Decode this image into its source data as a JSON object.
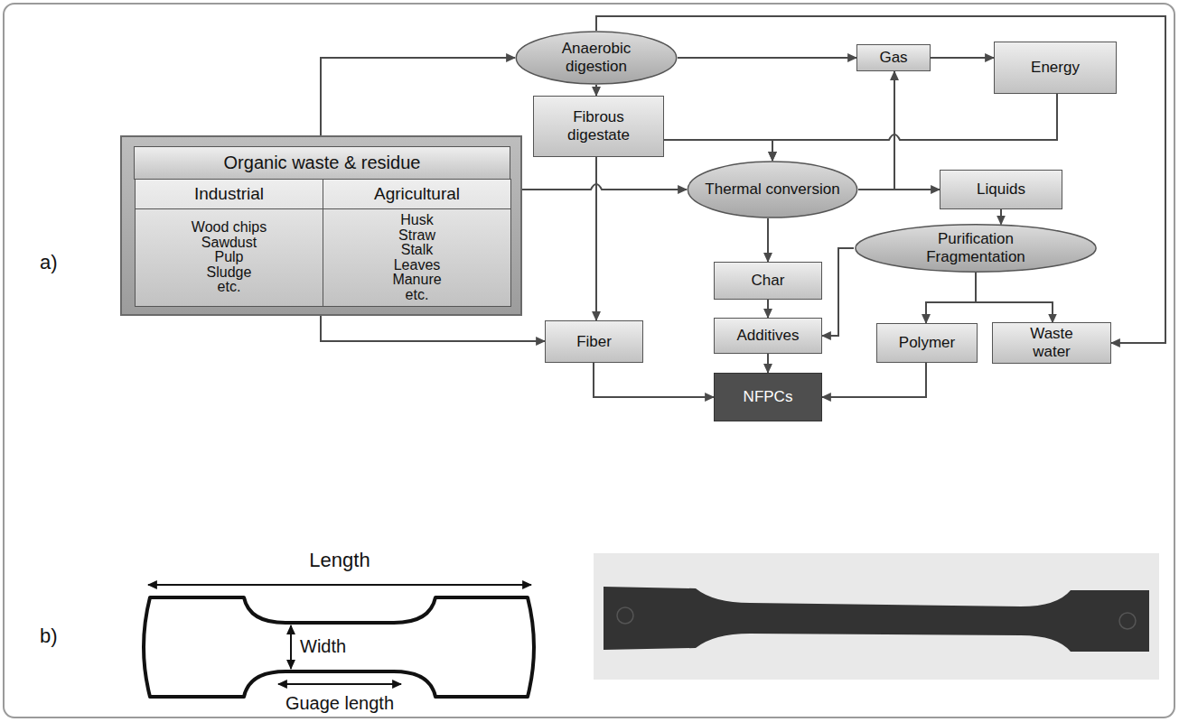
{
  "diagram": {
    "nodes": [
      {
        "text": [
          "Organic waste & residue"
        ]
      },
      {
        "text": [
          "Industrial",
          "Wood chips",
          "Sawdust",
          "Pulp",
          "Sludge",
          "etc."
        ],
        "in": 0
      },
      {
        "text": [
          "Agricultural",
          "Husk",
          "Straw",
          "Stalk",
          "Leaves",
          "Manure",
          "etc."
        ],
        "in": 0
      },
      {
        "text": [
          "Anaerobic digestion"
        ]
      },
      {
        "text": [
          "Gas"
        ]
      },
      {
        "text": [
          "Energy"
        ]
      },
      {
        "text": [
          "Fibrous digestate"
        ]
      },
      {
        "text": [
          "Thermal conversion"
        ]
      },
      {
        "text": [
          "Liquids"
        ]
      },
      {
        "text": [
          "Char"
        ]
      },
      {
        "text": [
          "Purification Fragmentation"
        ]
      },
      {
        "text": [
          "Fiber"
        ]
      },
      {
        "text": [
          "Additives"
        ]
      },
      {
        "text": [
          "Polymer"
        ]
      },
      {
        "text": [
          "Waste water"
        ]
      },
      {
        "text": [
          "NFPCs"
        ]
      }
    ],
    "edges": [
      {
        "from": 0,
        "to": 3,
        "arrow": "to"
      },
      {
        "from": 3,
        "to": 4,
        "arrow": "to"
      },
      {
        "from": 4,
        "to": 5,
        "arrow": "to"
      },
      {
        "from": 3,
        "to": 14,
        "arrow": "to"
      },
      {
        "from": 3,
        "to": 6,
        "arrow": "to"
      },
      {
        "from": 6,
        "to": 11,
        "arrow": "to"
      },
      {
        "from": 0,
        "to": 11,
        "arrow": "to"
      },
      {
        "from": 6,
        "to": 7,
        "arrow": "to"
      },
      {
        "from": 5,
        "to": 7,
        "arrow": "to"
      },
      {
        "from": 0,
        "to": 7,
        "arrow": "to"
      },
      {
        "from": 7,
        "to": 4,
        "arrow": "to"
      },
      {
        "from": 7,
        "to": 8,
        "arrow": "to"
      },
      {
        "from": 7,
        "to": 9,
        "arrow": "to"
      },
      {
        "from": 8,
        "to": 10,
        "arrow": "to"
      },
      {
        "from": 9,
        "to": 12,
        "arrow": "to"
      },
      {
        "from": 10,
        "to": 12,
        "arrow": "to"
      },
      {
        "from": 10,
        "to": 13,
        "arrow": "to"
      },
      {
        "from": 10,
        "to": 14,
        "arrow": "to"
      },
      {
        "from": 11,
        "to": 15,
        "arrow": "to"
      },
      {
        "from": 12,
        "to": 15,
        "arrow": "to"
      },
      {
        "from": 13,
        "to": 15,
        "arrow": "to"
      }
    ],
    "labels": [
      "a)",
      "b)",
      "Length",
      "Width",
      "Guage length"
    ]
  }
}
